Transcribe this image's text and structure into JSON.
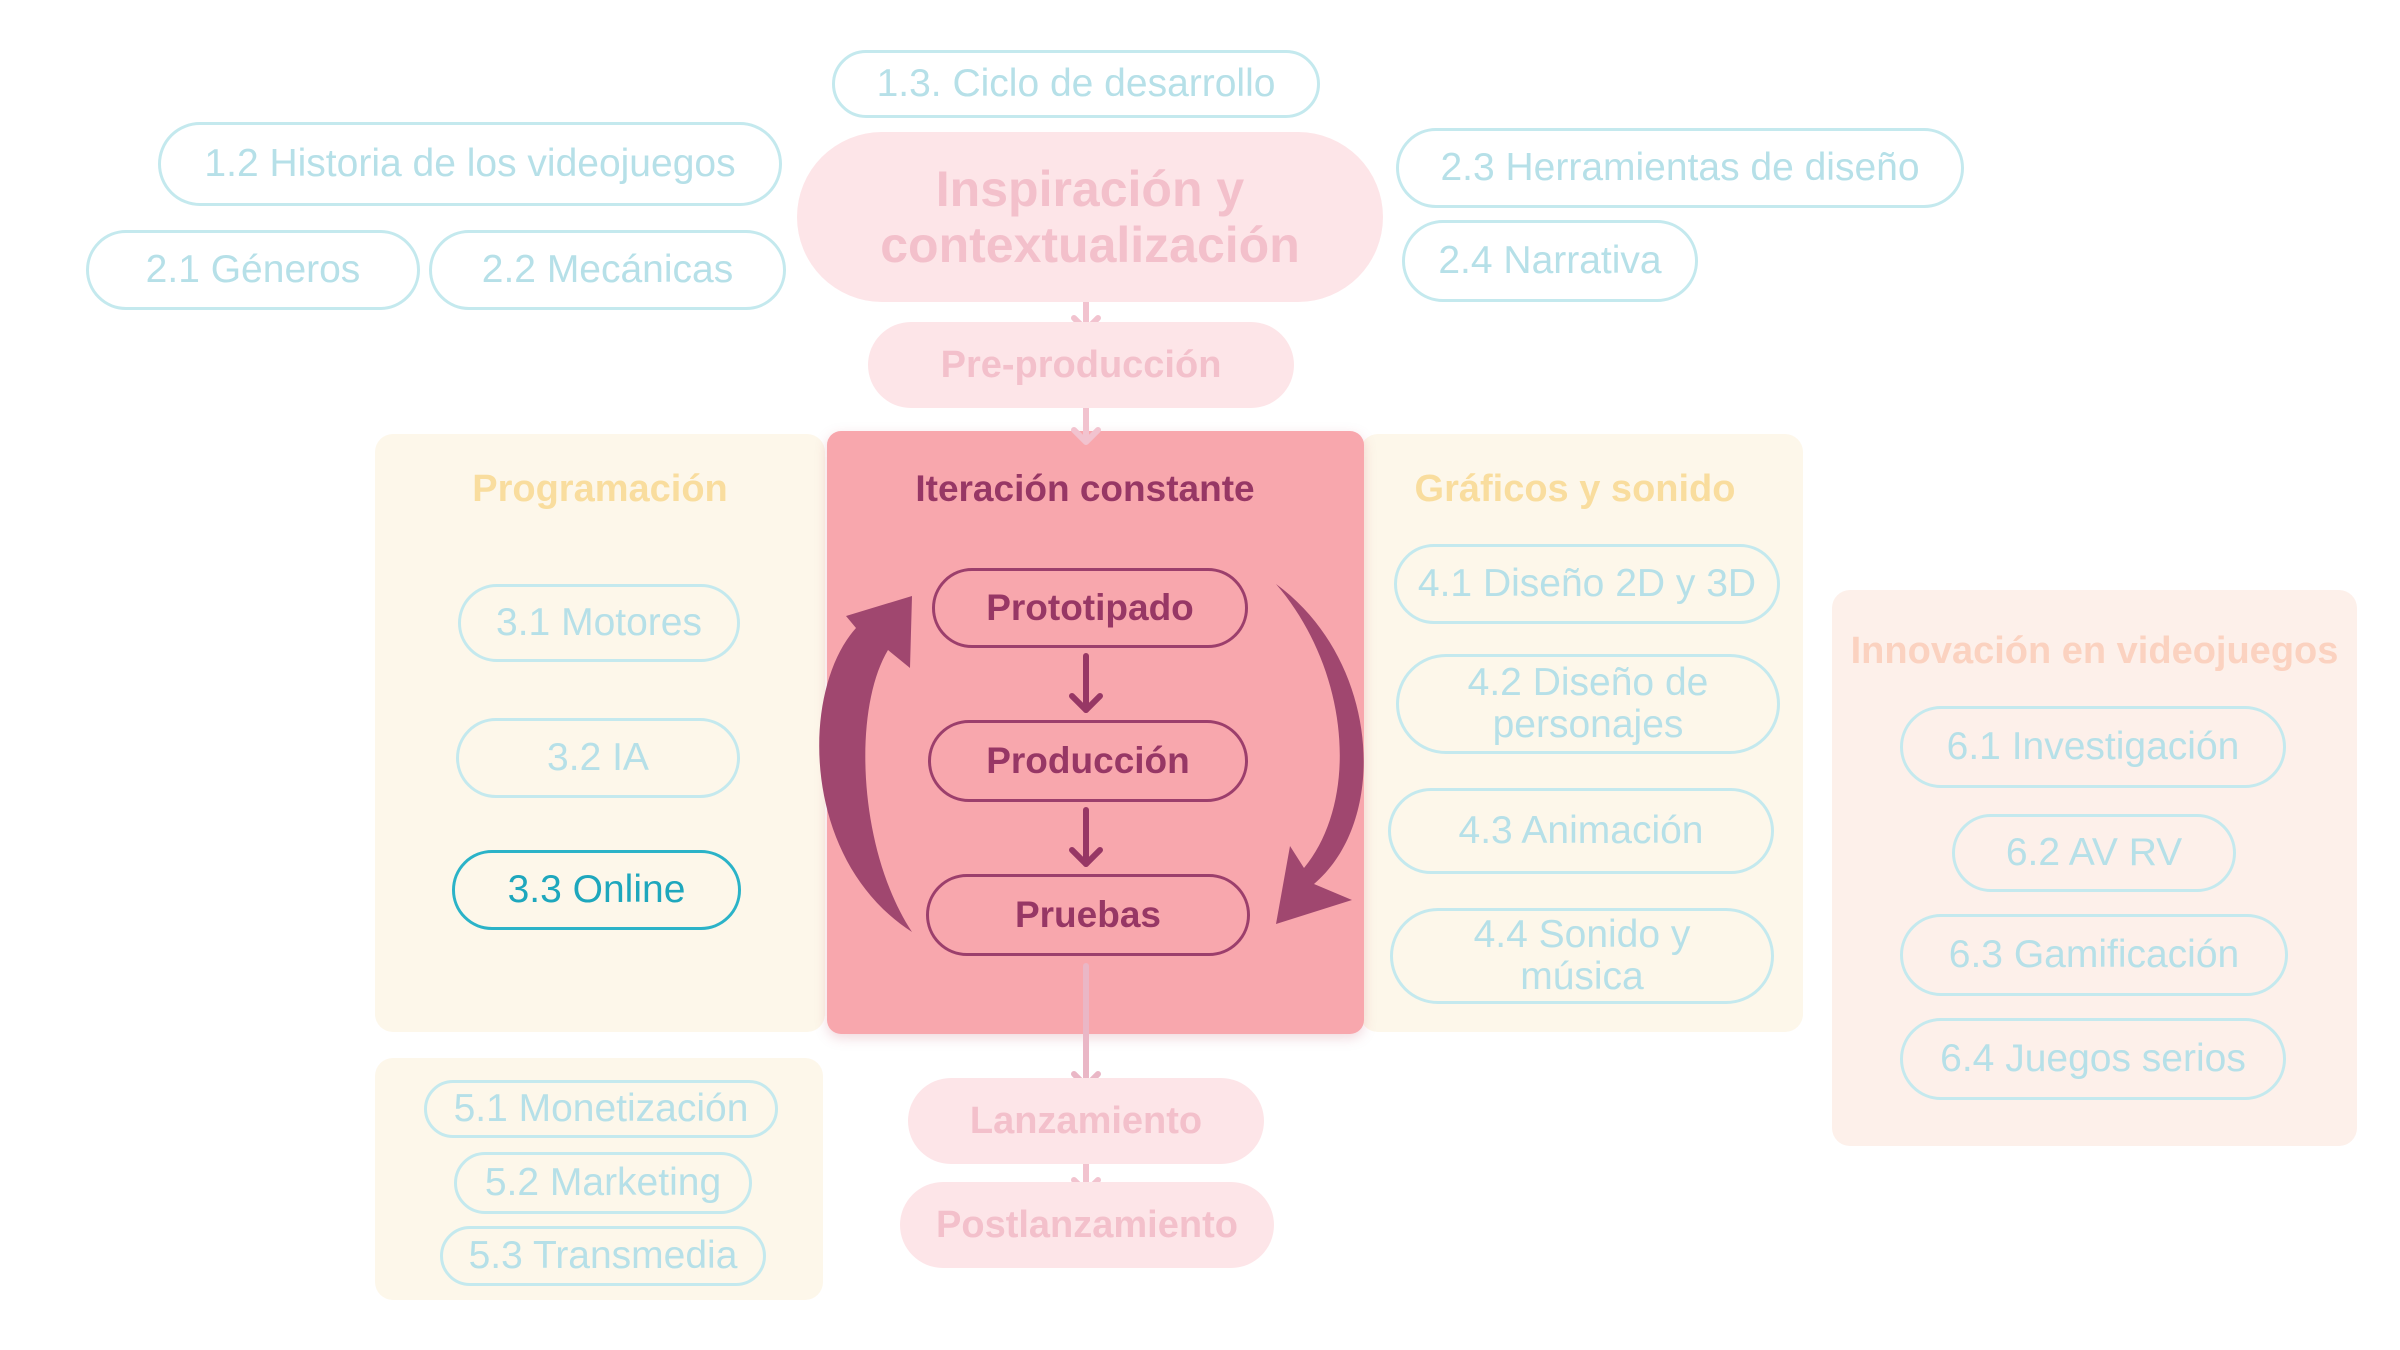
{
  "inspiration": {
    "title": "Inspiración y contextualización",
    "title_line1": "Inspiración y",
    "title_line2": "contextualización",
    "items": {
      "ciclo": "1.3. Ciclo de desarrollo",
      "historia": "1.2 Historia de los videojuegos",
      "generos": "2.1 Géneros",
      "mecanicas": "2.2 Mecánicas",
      "herramientas": "2.3 Herramientas de diseño",
      "narrativa": "2.4 Narrativa"
    }
  },
  "flow": {
    "preproduccion": "Pre-producción",
    "lanzamiento": "Lanzamiento",
    "postlanzamiento": "Postlanzamiento"
  },
  "iteration": {
    "title": "Iteración constante",
    "steps": [
      "Prototipado",
      "Producción",
      "Pruebas"
    ]
  },
  "programacion": {
    "title": "Programación",
    "items": [
      "3.1 Motores",
      "3.2 IA",
      "3.3 Online"
    ],
    "active_item": "3.3 Online"
  },
  "graficos": {
    "title": "Gráficos y sonido",
    "items": {
      "diseno": "4.1 Diseño 2D y 3D",
      "personajes_l1": "4.2 Diseño de",
      "personajes_l2": "personajes",
      "animacion": "4.3 Animación",
      "sonido_l1": "4.4 Sonido y",
      "sonido_l2": "música"
    }
  },
  "negocio": {
    "items": [
      "5.1 Monetización",
      "5.2 Marketing",
      "5.3 Transmedia"
    ]
  },
  "innovacion": {
    "title": "Innovación en videojuegos",
    "items": [
      "6.1 Investigación",
      "6.2 AV RV",
      "6.3 Gamificación",
      "6.4 Juegos serios"
    ]
  },
  "colors": {
    "iteration_bg": "#f8a7ad",
    "iteration_dark": "#9c3f6c",
    "panel_yellow": "#fdf7ea",
    "panel_peach": "#fdf0ea",
    "cyan_faded": "#c4e9ee",
    "cyan_active": "#2bb3c8",
    "pink_faded": "#fde5e8"
  }
}
